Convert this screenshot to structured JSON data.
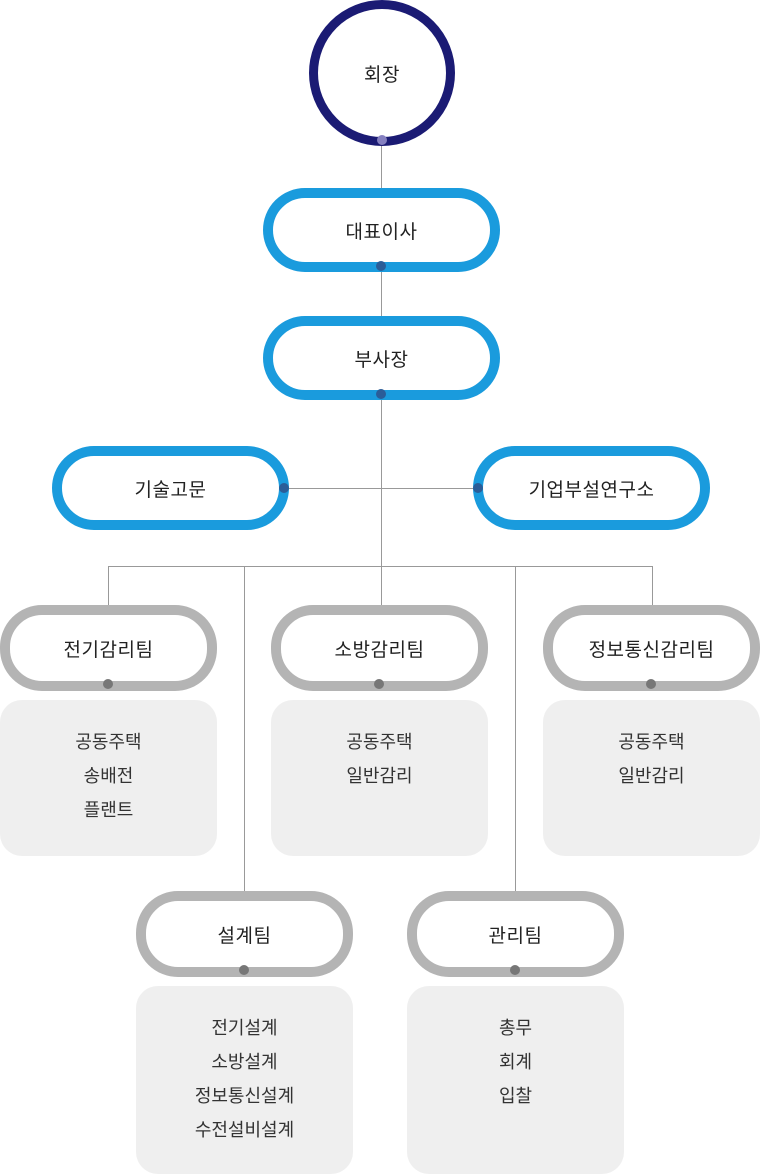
{
  "chairman": {
    "label": "회장"
  },
  "ceo": {
    "label": "대표이사"
  },
  "vice_president": {
    "label": "부사장"
  },
  "side_left": {
    "label": "기술고문"
  },
  "side_right": {
    "label": "기업부설연구소"
  },
  "teams": [
    {
      "label": "전기감리팀",
      "items": [
        "공동주택",
        "송배전",
        "플랜트"
      ]
    },
    {
      "label": "소방감리팀",
      "items": [
        "공동주택",
        "일반감리"
      ]
    },
    {
      "label": "정보통신감리팀",
      "items": [
        "공동주택",
        "일반감리"
      ]
    },
    {
      "label": "설계팀",
      "items": [
        "전기설계",
        "소방설계",
        "정보통신설계",
        "수전설비설계"
      ]
    },
    {
      "label": "관리팀",
      "items": [
        "총무",
        "회계",
        "입찰"
      ]
    }
  ],
  "colors": {
    "circle_border": "#1b1b74",
    "executive_border": "#1a9bdd",
    "team_border": "#b4b4b4",
    "detail_bg": "#efefef",
    "connector": "#999999"
  }
}
